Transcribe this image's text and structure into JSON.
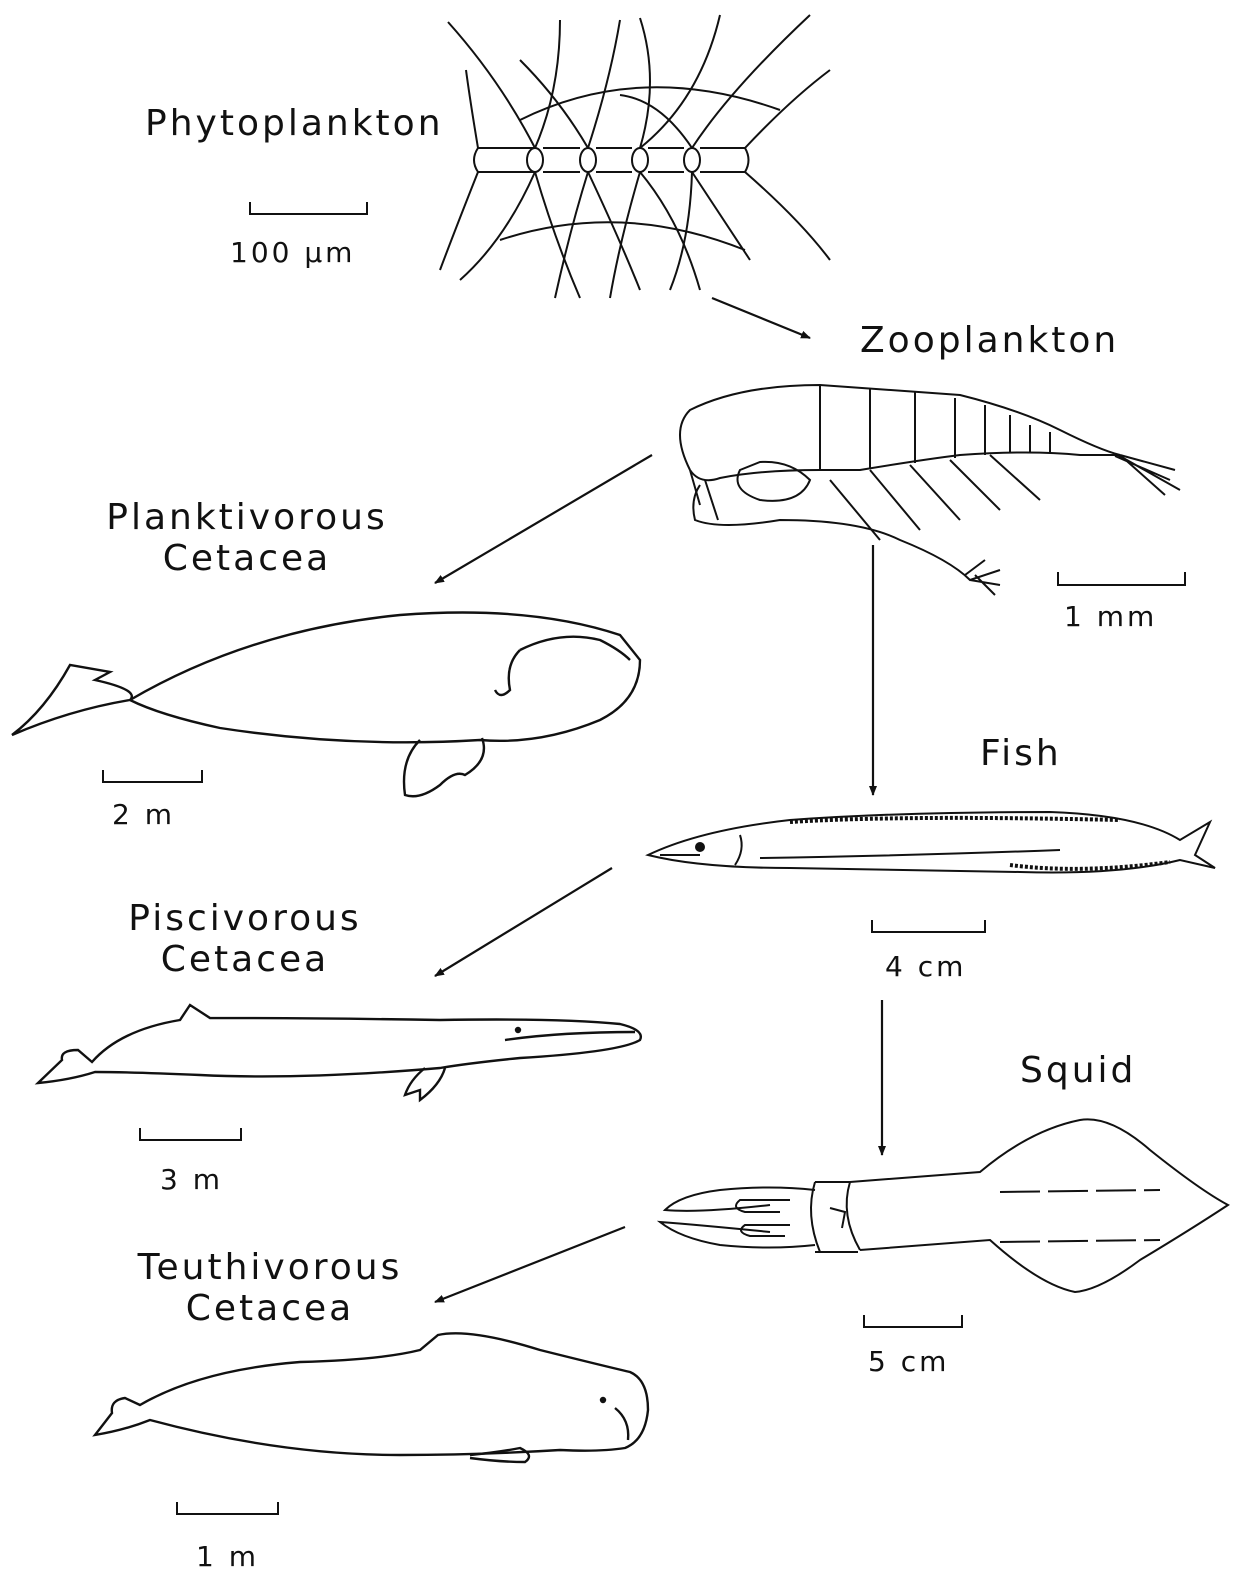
{
  "labels": {
    "phytoplankton": "Phytoplankton",
    "zooplankton": "Zooplankton",
    "planktivorous": [
      "Planktivorous",
      "Cetacea"
    ],
    "fish": "Fish",
    "piscivorous": [
      "Piscivorous",
      "Cetacea"
    ],
    "squid": "Squid",
    "teuthivorous": [
      "Teuthivorous",
      "Cetacea"
    ]
  },
  "scale_bars": {
    "phytoplankton": "100 μm",
    "zooplankton": "1 mm",
    "planktivorous_whale": "2 m",
    "fish": "4 cm",
    "piscivorous_whale": "3 m",
    "squid": "5 cm",
    "teuthivorous_whale": "1 m"
  },
  "food_web_links": [
    {
      "from": "Phytoplankton",
      "to": "Zooplankton"
    },
    {
      "from": "Zooplankton",
      "to": "Planktivorous Cetacea"
    },
    {
      "from": "Zooplankton",
      "to": "Fish"
    },
    {
      "from": "Fish",
      "to": "Piscivorous Cetacea"
    },
    {
      "from": "Fish",
      "to": "Squid"
    },
    {
      "from": "Squid",
      "to": "Teuthivorous Cetacea"
    }
  ],
  "colors": {
    "ink": "#111111",
    "background": "#ffffff"
  }
}
